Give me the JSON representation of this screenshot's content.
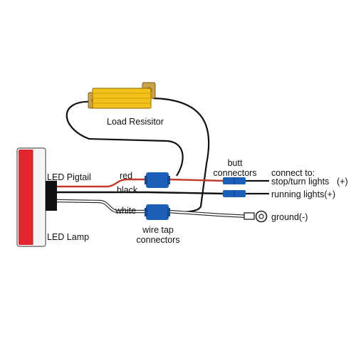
{
  "labels": {
    "load_resistor": "Load Resisitor",
    "led_pigtail": "LED Pigtail",
    "led_lamp": "LED Lamp",
    "wire_red": "red",
    "wire_black": "black",
    "wire_white": "white",
    "butt_connectors": "butt\nconnectors",
    "wire_tap_connectors": "wire tap\nconnectors",
    "connect_to": "connect to:",
    "stop_turn": "stop/turn lights",
    "stop_turn_suffix": "(+)",
    "running": "running lights(+)",
    "ground": "ground(-)"
  },
  "colors": {
    "lamp_red": "#e3262e",
    "resistor_gold": "#f2c21a",
    "connector_blue": "#1b5fb8",
    "wire_red": "#c0392b",
    "wire_black": "#111111",
    "wire_white": "#ffffff"
  }
}
